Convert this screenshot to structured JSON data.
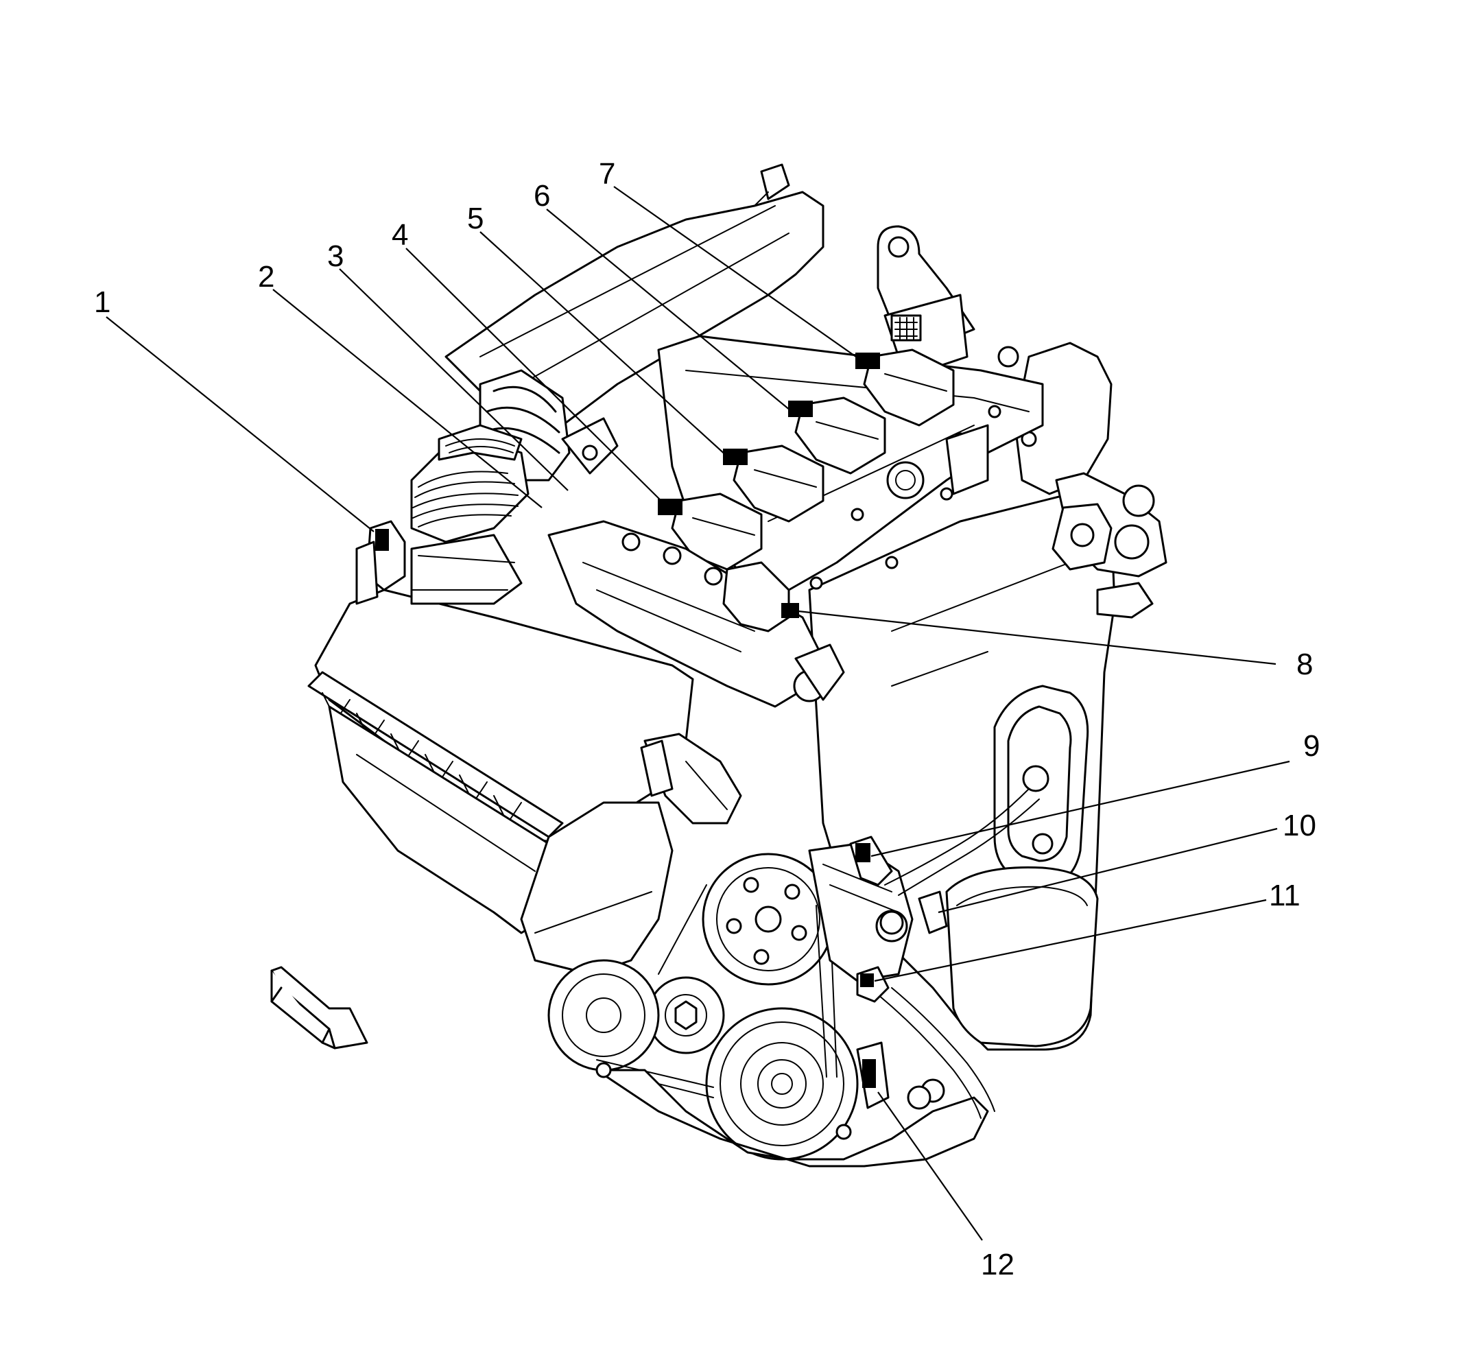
{
  "diagram": {
    "callouts": [
      {
        "id": "1",
        "label": "1"
      },
      {
        "id": "2",
        "label": "2"
      },
      {
        "id": "3",
        "label": "3"
      },
      {
        "id": "4",
        "label": "4"
      },
      {
        "id": "5",
        "label": "5"
      },
      {
        "id": "6",
        "label": "6"
      },
      {
        "id": "7",
        "label": "7"
      },
      {
        "id": "8",
        "label": "8"
      },
      {
        "id": "9",
        "label": "9"
      },
      {
        "id": "10",
        "label": "10"
      },
      {
        "id": "11",
        "label": "11"
      },
      {
        "id": "12",
        "label": "12"
      }
    ],
    "colors": {
      "line": "#000000",
      "background": "#ffffff"
    },
    "orientation_arrow": "front-direction-arrow"
  }
}
